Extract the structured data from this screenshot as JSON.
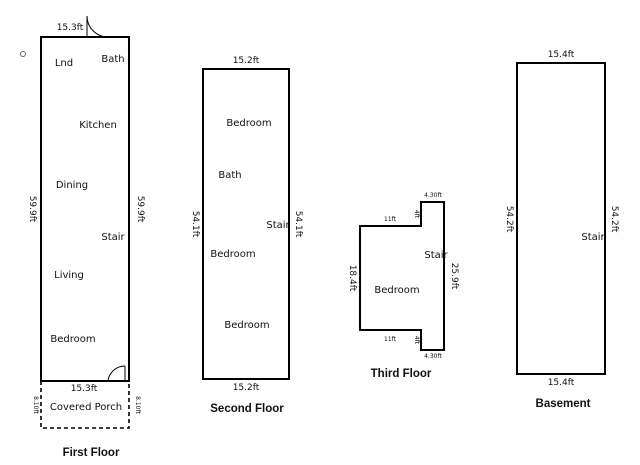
{
  "floors": {
    "first": {
      "title": "First Floor",
      "top_width": "15.3ft",
      "bottom_width": "15.3ft",
      "left_length": "59.9ft",
      "right_length": "59.9ft",
      "rooms": {
        "lnd": "Lnd",
        "bath": "Bath",
        "kitchen": "Kitchen",
        "dining": "Dining",
        "stair": "Stair",
        "living": "Living",
        "bedroom": "Bedroom"
      },
      "porch": {
        "label": "Covered Porch",
        "left_depth": "8.10ft",
        "right_depth": "8.10ft"
      }
    },
    "second": {
      "title": "Second Floor",
      "top_width": "15.2ft",
      "bottom_width": "15.2ft",
      "left_length": "54.1ft",
      "right_length": "54.1ft",
      "rooms": {
        "bedroom_top": "Bedroom",
        "bath": "Bath",
        "stair": "Stair",
        "bedroom_mid": "Bedroom",
        "bedroom_bottom": "Bedroom"
      }
    },
    "third": {
      "title": "Third Floor",
      "top_notch": "4.30ft",
      "bottom_notch": "4.30ft",
      "top_step": "11ft",
      "bottom_step": "11ft",
      "top_jog": "4ft",
      "bottom_jog": "4ft",
      "left_length": "18.4ft",
      "right_length": "25.9ft",
      "rooms": {
        "stair": "Stair",
        "bedroom": "Bedroom"
      }
    },
    "basement": {
      "title": "Basement",
      "top_width": "15.4ft",
      "bottom_width": "15.4ft",
      "left_length": "54.2ft",
      "right_length": "54.2ft",
      "rooms": {
        "stair": "Stair"
      }
    }
  }
}
